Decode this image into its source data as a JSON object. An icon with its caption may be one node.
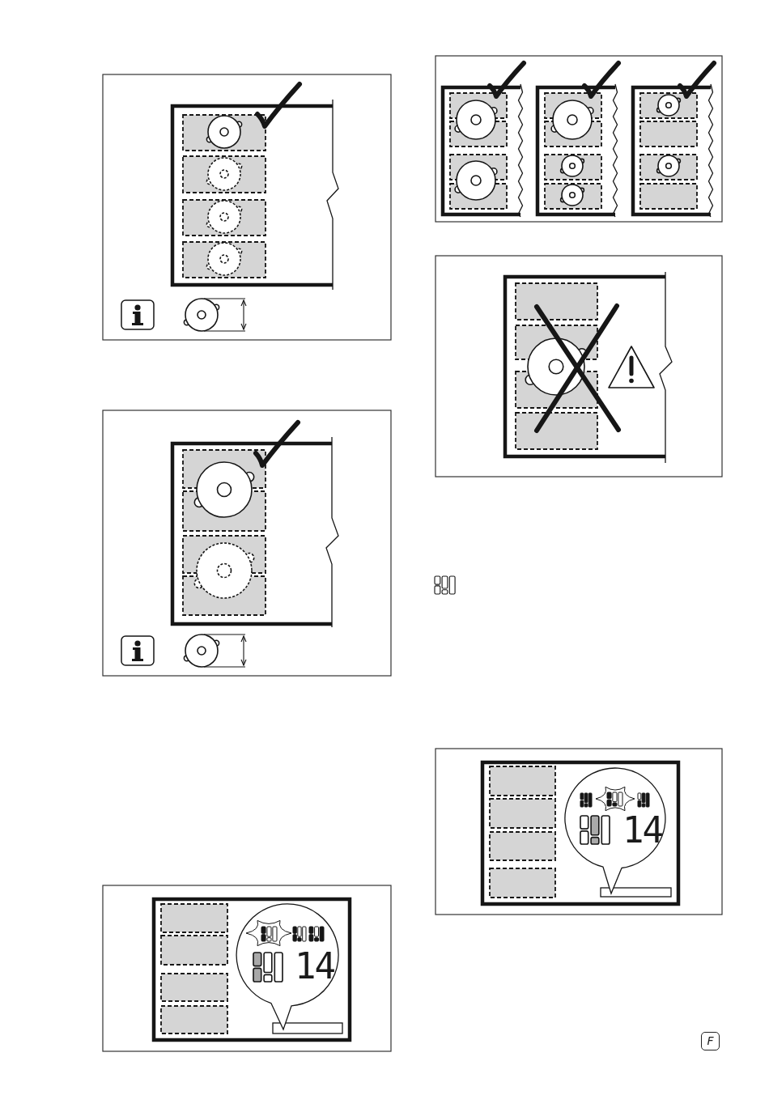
{
  "diagram": {
    "labels": [
      "14",
      "14",
      "F"
    ]
  }
}
